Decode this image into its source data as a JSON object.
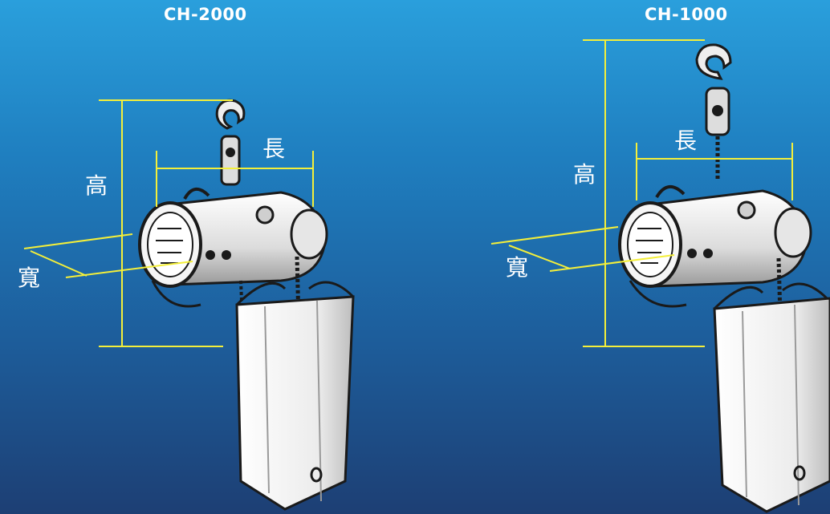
{
  "hoists": [
    {
      "model": "CH-2000",
      "labels": {
        "height": "高",
        "length": "長",
        "width": "寬"
      }
    },
    {
      "model": "CH-1000",
      "labels": {
        "height": "高",
        "length": "長",
        "width": "寬"
      }
    }
  ],
  "colors": {
    "dimension_line": "#f4ef3a",
    "title_text": "#ffffff",
    "hoist_fill": "#f2f2f2",
    "hoist_shadow": "#1a1a1a"
  }
}
